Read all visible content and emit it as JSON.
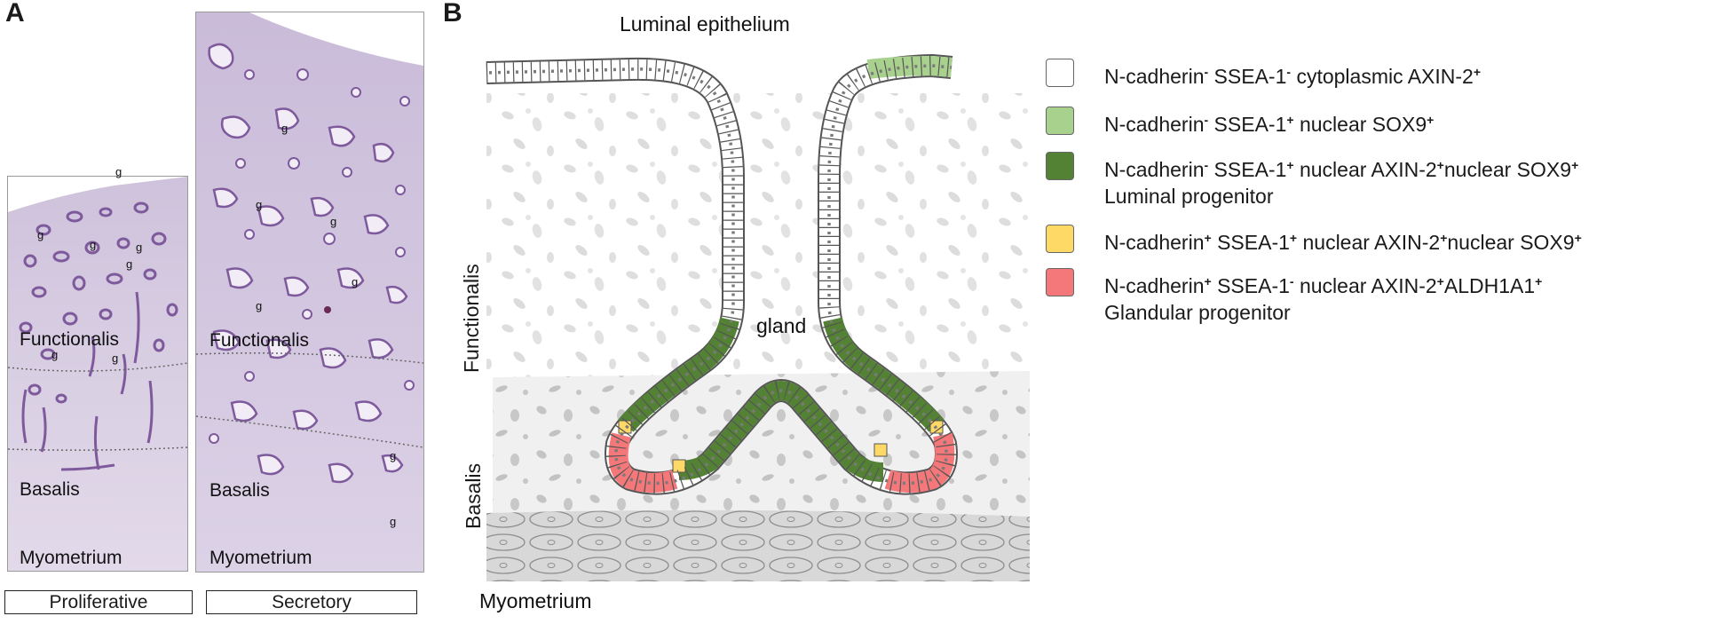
{
  "panel_a": {
    "letter": "A",
    "proliferative": {
      "functionalis": "Functionalis",
      "basalis": "Basalis",
      "myometrium": "Myometrium",
      "gland_marker": "g",
      "phase": "Proliferative"
    },
    "secretory": {
      "functionalis": "Functionalis",
      "basalis": "Basalis",
      "myometrium": "Myometrium",
      "gland_marker": "g",
      "phase": "Secretory"
    }
  },
  "panel_b": {
    "letter": "B",
    "luminal_epithelium": "Luminal epithelium",
    "gland": "gland",
    "functionalis": "Functionalis",
    "basalis": "Basalis",
    "myometrium": "Myometrium"
  },
  "legend": [
    {
      "color": "#ffffff",
      "parts": [
        [
          "N-cadherin",
          ""
        ],
        [
          "-",
          "sup"
        ],
        [
          " SSEA-1",
          ""
        ],
        [
          "-",
          "sup"
        ],
        [
          " cytoplasmic AXIN-2",
          ""
        ],
        [
          "+",
          "sup"
        ]
      ],
      "line2": ""
    },
    {
      "color": "#a9d18e",
      "parts": [
        [
          "N-cadherin",
          ""
        ],
        [
          "-",
          "sup"
        ],
        [
          " SSEA-1",
          ""
        ],
        [
          "+",
          "sup"
        ],
        [
          " nuclear SOX9",
          ""
        ],
        [
          "+",
          "sup"
        ]
      ],
      "line2": ""
    },
    {
      "color": "#548235",
      "parts": [
        [
          "N-cadherin",
          ""
        ],
        [
          "-",
          "sup"
        ],
        [
          " SSEA-1",
          ""
        ],
        [
          "+",
          "sup"
        ],
        [
          " nuclear AXIN-2",
          ""
        ],
        [
          "+",
          "sup"
        ],
        [
          "nuclear SOX9",
          ""
        ],
        [
          "+",
          "sup"
        ]
      ],
      "line2": "Luminal progenitor"
    },
    {
      "color": "#ffd966",
      "parts": [
        [
          "N-cadherin",
          ""
        ],
        [
          "+",
          "sup"
        ],
        [
          " SSEA-1",
          ""
        ],
        [
          "+",
          "sup"
        ],
        [
          " nuclear AXIN-2",
          ""
        ],
        [
          "+",
          "sup"
        ],
        [
          "nuclear SOX9",
          ""
        ],
        [
          "+",
          "sup"
        ]
      ],
      "line2": ""
    },
    {
      "color": "#f4777a",
      "parts": [
        [
          "N-cadherin",
          ""
        ],
        [
          "+",
          "sup"
        ],
        [
          " SSEA-1",
          ""
        ],
        [
          "-",
          "sup"
        ],
        [
          "  nuclear AXIN-2",
          ""
        ],
        [
          "+",
          "sup"
        ],
        [
          "ALDH1A1",
          ""
        ],
        [
          "+",
          "sup"
        ]
      ],
      "line2": "Glandular progenitor"
    }
  ]
}
